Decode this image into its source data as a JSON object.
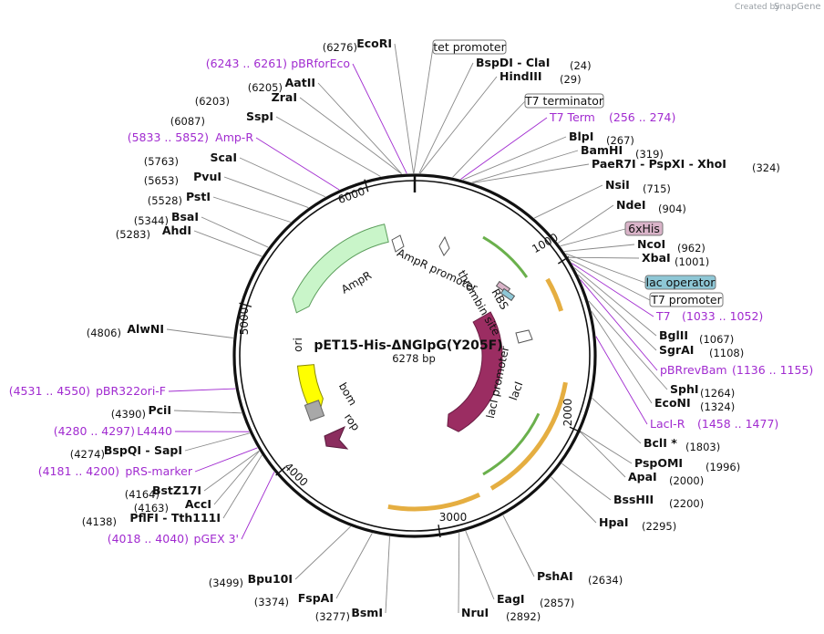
{
  "app": {
    "credit_prefix": "Created by",
    "credit_brand": "SnapGene"
  },
  "plasmid": {
    "name": "pET15-His-ΔNGlpG(Y205F)",
    "length_label": "6278 bp"
  },
  "scale_ticks": [
    "1000",
    "2000",
    "3000",
    "4000",
    "5000",
    "6000"
  ],
  "enzymes": [
    {
      "name": "EcoRI",
      "pos": "(6276)"
    },
    {
      "name": "AatII",
      "pos": "(6205)"
    },
    {
      "name": "ZraI",
      "pos": "(6203)"
    },
    {
      "name": "SspI",
      "pos": "(6087)"
    },
    {
      "name": "ScaI",
      "pos": "(5763)"
    },
    {
      "name": "PvuI",
      "pos": "(5653)"
    },
    {
      "name": "PstI",
      "pos": "(5528)"
    },
    {
      "name": "BsaI",
      "pos": "(5344)"
    },
    {
      "name": "AhdI",
      "pos": "(5283)"
    },
    {
      "name": "AlwNI",
      "pos": "(4806)"
    },
    {
      "name": "PciI",
      "pos": "(4390)"
    },
    {
      "name": "BspQI - SapI",
      "pos": "(4274)"
    },
    {
      "name": "BstZ17I",
      "pos": "(4164)"
    },
    {
      "name": "AccI",
      "pos": "(4163)"
    },
    {
      "name": "PflFI - Tth111I",
      "pos": "(4138)"
    },
    {
      "name": "Bpu10I",
      "pos": "(3499)"
    },
    {
      "name": "FspAI",
      "pos": "(3374)"
    },
    {
      "name": "BsmI",
      "pos": "(3277)"
    },
    {
      "name": "BspDI - ClaI",
      "pos": "(24)"
    },
    {
      "name": "HindIII",
      "pos": "(29)"
    },
    {
      "name": "BlpI",
      "pos": "(267)"
    },
    {
      "name": "BamHI",
      "pos": "(319)"
    },
    {
      "name": "PaeR7I - PspXI - XhoI",
      "pos": "(324)"
    },
    {
      "name": "NsiI",
      "pos": "(715)"
    },
    {
      "name": "NdeI",
      "pos": "(904)"
    },
    {
      "name": "NcoI",
      "pos": "(962)"
    },
    {
      "name": "XbaI",
      "pos": "(1001)"
    },
    {
      "name": "BglII",
      "pos": "(1067)"
    },
    {
      "name": "SgrAI",
      "pos": "(1108)"
    },
    {
      "name": "SphI",
      "pos": "(1264)"
    },
    {
      "name": "EcoNI",
      "pos": "(1324)"
    },
    {
      "name": "BclI *",
      "pos": "(1803)"
    },
    {
      "name": "PspOMI",
      "pos": "(1996)"
    },
    {
      "name": "ApaI",
      "pos": "(2000)"
    },
    {
      "name": "BssHII",
      "pos": "(2200)"
    },
    {
      "name": "HpaI",
      "pos": "(2295)"
    },
    {
      "name": "PshAI",
      "pos": "(2634)"
    },
    {
      "name": "EagI",
      "pos": "(2857)"
    },
    {
      "name": "NruI",
      "pos": "(2892)"
    }
  ],
  "primers": [
    {
      "name": "pBRforEco",
      "pos": "(6243 .. 6261)"
    },
    {
      "name": "Amp-R",
      "pos": "(5833 .. 5852)"
    },
    {
      "name": "pBR322ori-F",
      "pos": "(4531 .. 4550)"
    },
    {
      "name": "L4440",
      "pos": "(4280 .. 4297)"
    },
    {
      "name": "pRS-marker",
      "pos": "(4181 .. 4200)"
    },
    {
      "name": "pGEX 3'",
      "pos": "(4018 .. 4040)"
    },
    {
      "name": "T7 Term",
      "pos": "(256 .. 274)"
    },
    {
      "name": "T7",
      "pos": "(1033 .. 1052)"
    },
    {
      "name": "pBRrevBam",
      "pos": "(1136 .. 1155)"
    },
    {
      "name": "LacI-R",
      "pos": "(1458 .. 1477)"
    }
  ],
  "boxed_features": [
    {
      "name": "tet promoter",
      "fill": "#ffffff"
    },
    {
      "name": "T7 terminator",
      "fill": "#ffffff"
    },
    {
      "name": "6xHis",
      "fill": "#d9b3c8"
    },
    {
      "name": "lac operator",
      "fill": "#8ec7d6"
    },
    {
      "name": "T7 promoter",
      "fill": "#ffffff"
    }
  ],
  "inner_features": [
    {
      "name": "AmpR",
      "color": "#c9f5c9"
    },
    {
      "name": "AmpR promoter",
      "color": "#ffffff"
    },
    {
      "name": "ori",
      "color": "#ffff00"
    },
    {
      "name": "bom",
      "color": "#a8a8a8"
    },
    {
      "name": "rop",
      "color": "#8b2d5e"
    },
    {
      "name": "RBS",
      "color": "#d9b3c8"
    },
    {
      "name": "thrombin site",
      "color": "#8ec7d6"
    },
    {
      "name": "lacI",
      "color": "#9b2d62"
    },
    {
      "name": "lacI promoter",
      "color": "#ffffff"
    }
  ],
  "colors": {
    "primer": "#a12bd0",
    "ring": "#111111",
    "orf_arc": "#e0a020",
    "green_arc": "#6ab04c"
  }
}
